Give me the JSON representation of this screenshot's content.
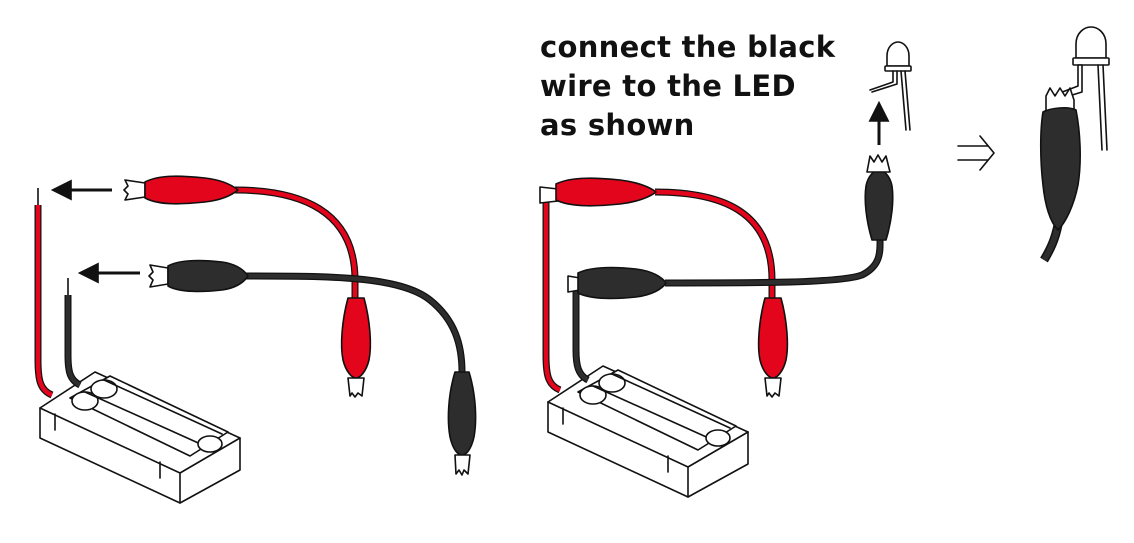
{
  "instruction": {
    "lines": [
      "connect the black",
      "wire to the LED",
      "as shown"
    ]
  },
  "colors": {
    "red_wire": "#e3051b",
    "black_wire": "#2d2d2d",
    "outline": "#111111",
    "background": "#ffffff"
  },
  "icons": {
    "arrow_left": "arrow-left-icon",
    "arrow_up": "arrow-up-icon",
    "implies_arrow": "double-arrow-right-icon"
  }
}
